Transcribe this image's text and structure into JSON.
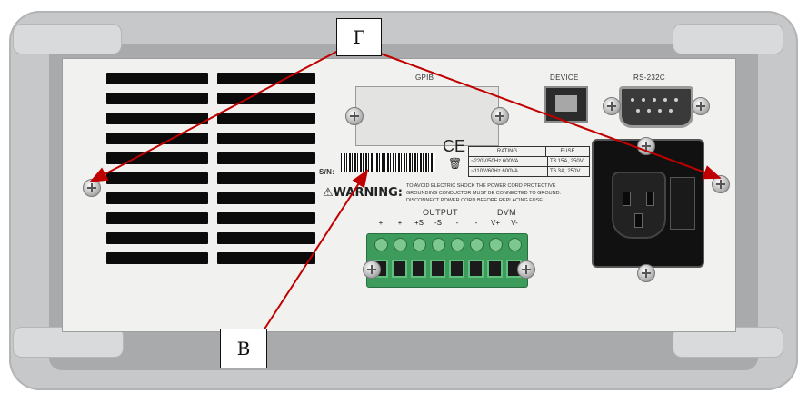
{
  "panel": {
    "gpib_label": "GPIB",
    "device_label": "DEVICE",
    "rs232_label": "RS-232C",
    "sn_label": "S/N:",
    "ce_mark": "CE",
    "warning_title": "⚠WARNING:",
    "warning_text": "TO AVOID ELECTRIC SHOCK THE POWER CORD PROTECTIVE GROUNDING CONDUCTOR MUST BE CONNECTED TO GROUND. DISCONNECT POWER CORD BEFORE REPLACING FUSE",
    "rating_header": "RATING",
    "fuse_header": "FUSE",
    "rating_rows": [
      {
        "rating": "~220V/50Hz 600VA",
        "fuse": "T3.15A, 250V"
      },
      {
        "rating": "~110V/60Hz 600VA",
        "fuse": "T6.3A, 250V"
      }
    ],
    "output_label": "OUTPUT",
    "dvm_label": "DVM",
    "terminal_labels": [
      "+",
      "+",
      "+S",
      "-S",
      "-",
      "-",
      "V+",
      "V-"
    ]
  },
  "callouts": {
    "g_label": "Г",
    "v_label": "В"
  },
  "colors": {
    "arrow": "#c00000",
    "terminal_block": "#3d9c5c"
  }
}
